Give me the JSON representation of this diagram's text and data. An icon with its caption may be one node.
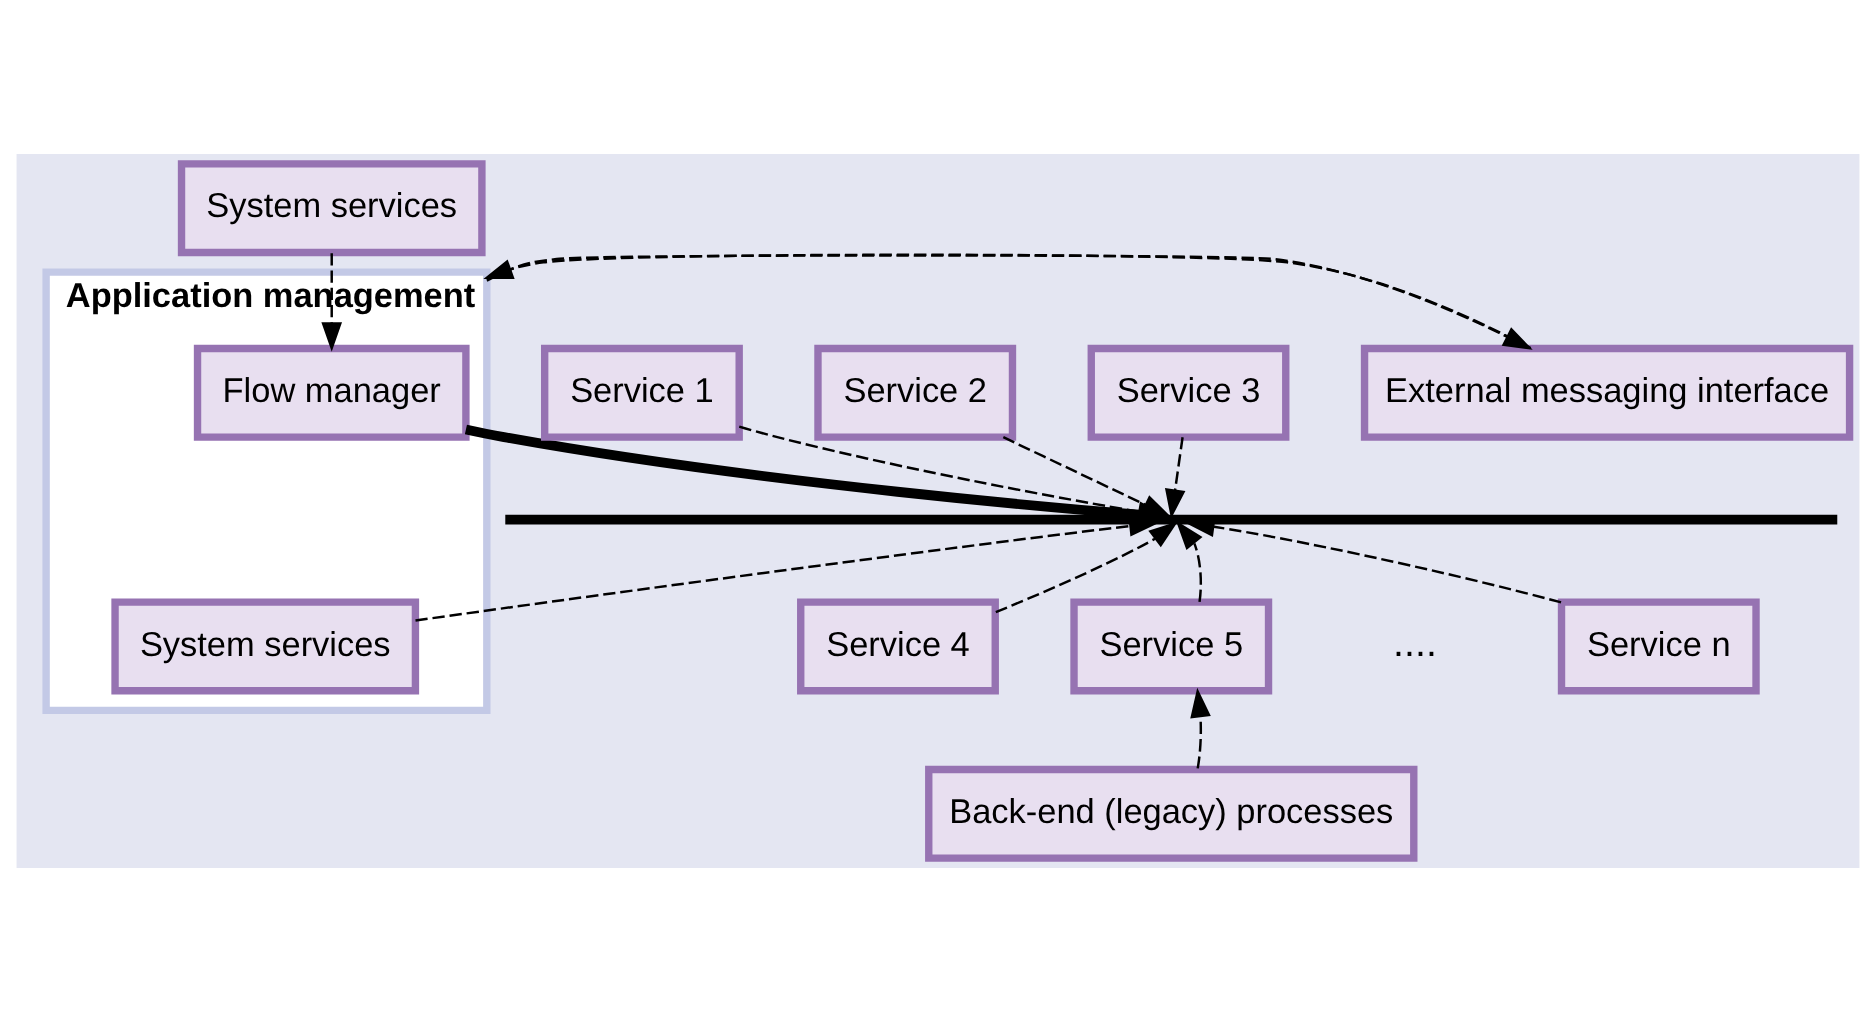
{
  "diagram": {
    "nodes": [
      {
        "text": [
          "System services"
        ]
      },
      {
        "text": [
          "External messaging interface"
        ]
      },
      {
        "text": [
          "Application management"
        ]
      },
      {
        "text": [
          "Flow manager"
        ],
        "in": 2
      },
      {
        "text": [
          "System services"
        ],
        "in": 2
      },
      {
        "text": [
          "Service 1"
        ]
      },
      {
        "text": [
          "Service 2"
        ]
      },
      {
        "text": [
          "Service 3"
        ]
      },
      {
        "text": [
          "Service 4"
        ]
      },
      {
        "text": [
          "Service 5"
        ]
      },
      {
        "text": [
          "Service n"
        ]
      },
      {
        "text": [
          "Back-end (legacy) processes"
        ]
      },
      {
        "text": [],
        "shape": "bar"
      }
    ],
    "edges": [
      {
        "from": 0,
        "to": 3,
        "arrow": "to",
        "style": "dashed"
      },
      {
        "from": 1,
        "to": 2,
        "arrow": "to",
        "style": "dashed"
      },
      {
        "from": 2,
        "to": 1,
        "arrow": "to",
        "style": "dashed"
      },
      {
        "from": 3,
        "to": 12,
        "arrow": "none",
        "style": "thick"
      },
      {
        "from": 4,
        "to": 12,
        "arrow": "to",
        "style": "dashed"
      },
      {
        "from": 5,
        "to": 12,
        "arrow": "to",
        "style": "dashed"
      },
      {
        "from": 6,
        "to": 12,
        "arrow": "to",
        "style": "dashed"
      },
      {
        "from": 7,
        "to": 12,
        "arrow": "to",
        "style": "dashed"
      },
      {
        "from": 8,
        "to": 12,
        "arrow": "to",
        "style": "dashed"
      },
      {
        "from": 9,
        "to": 12,
        "arrow": "to",
        "style": "dashed"
      },
      {
        "from": 10,
        "to": 12,
        "arrow": "to",
        "style": "dashed"
      },
      {
        "from": 11,
        "to": 9,
        "arrow": "to",
        "style": "dashed"
      }
    ],
    "labels": [
      "...."
    ]
  }
}
